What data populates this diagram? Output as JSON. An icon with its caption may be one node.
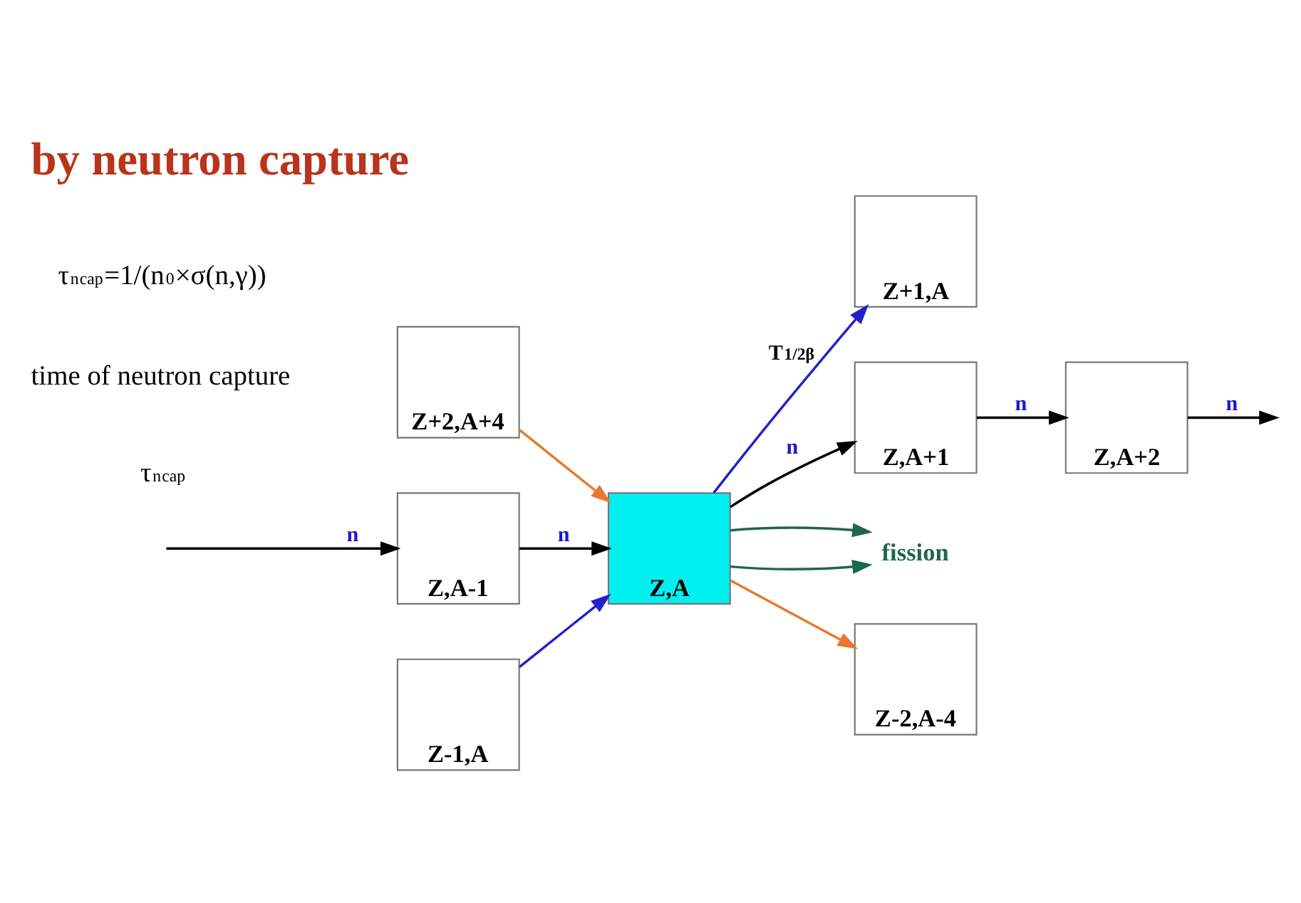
{
  "diagram": {
    "title": "by neutron capture",
    "nodes": [
      {
        "text": [
          "Z+1,A"
        ]
      },
      {
        "text": [
          "Z+2,A+4"
        ]
      },
      {
        "text": [
          "Z,A-1"
        ]
      },
      {
        "text": [
          "Z,A"
        ]
      },
      {
        "text": [
          "Z,A+1"
        ]
      },
      {
        "text": [
          "Z,A+2"
        ]
      },
      {
        "text": [
          "Z-1,A"
        ]
      },
      {
        "text": [
          "fission"
        ]
      },
      {
        "text": [
          "Z-2,A-4"
        ]
      }
    ],
    "edges": [
      {
        "from": null,
        "to": 2,
        "arrow": "to",
        "label": "n"
      },
      {
        "from": 2,
        "to": 3,
        "arrow": "to",
        "label": "n"
      },
      {
        "from": 3,
        "to": 4,
        "arrow": "to",
        "label": "n"
      },
      {
        "from": 4,
        "to": 5,
        "arrow": "to",
        "label": "n"
      },
      {
        "from": 5,
        "to": null,
        "arrow": "to",
        "label": "n"
      },
      {
        "from": 3,
        "to": 0,
        "arrow": "to",
        "label": "T$_{1/2}$$^{β}$",
        "color": "#2222cc"
      },
      {
        "from": 6,
        "to": 3,
        "arrow": "to",
        "color": "#2222cc"
      },
      {
        "from": 1,
        "to": 3,
        "arrow": "to",
        "color": "#e8782e"
      },
      {
        "from": 3,
        "to": 8,
        "arrow": "to",
        "color": "#e8782e"
      },
      {
        "from": 3,
        "to": 7,
        "arrow": "to",
        "color": "#1e6650"
      },
      {
        "from": 3,
        "to": 7,
        "arrow": "to",
        "color": "#1e6650"
      }
    ],
    "labels": [
      "τ$_{n}$$^{cap}$",
      "time of neutron capture",
      "τ$_{n}$$^{cap}$=1/(n$_{0}$×σ(n,γ))"
    ]
  }
}
